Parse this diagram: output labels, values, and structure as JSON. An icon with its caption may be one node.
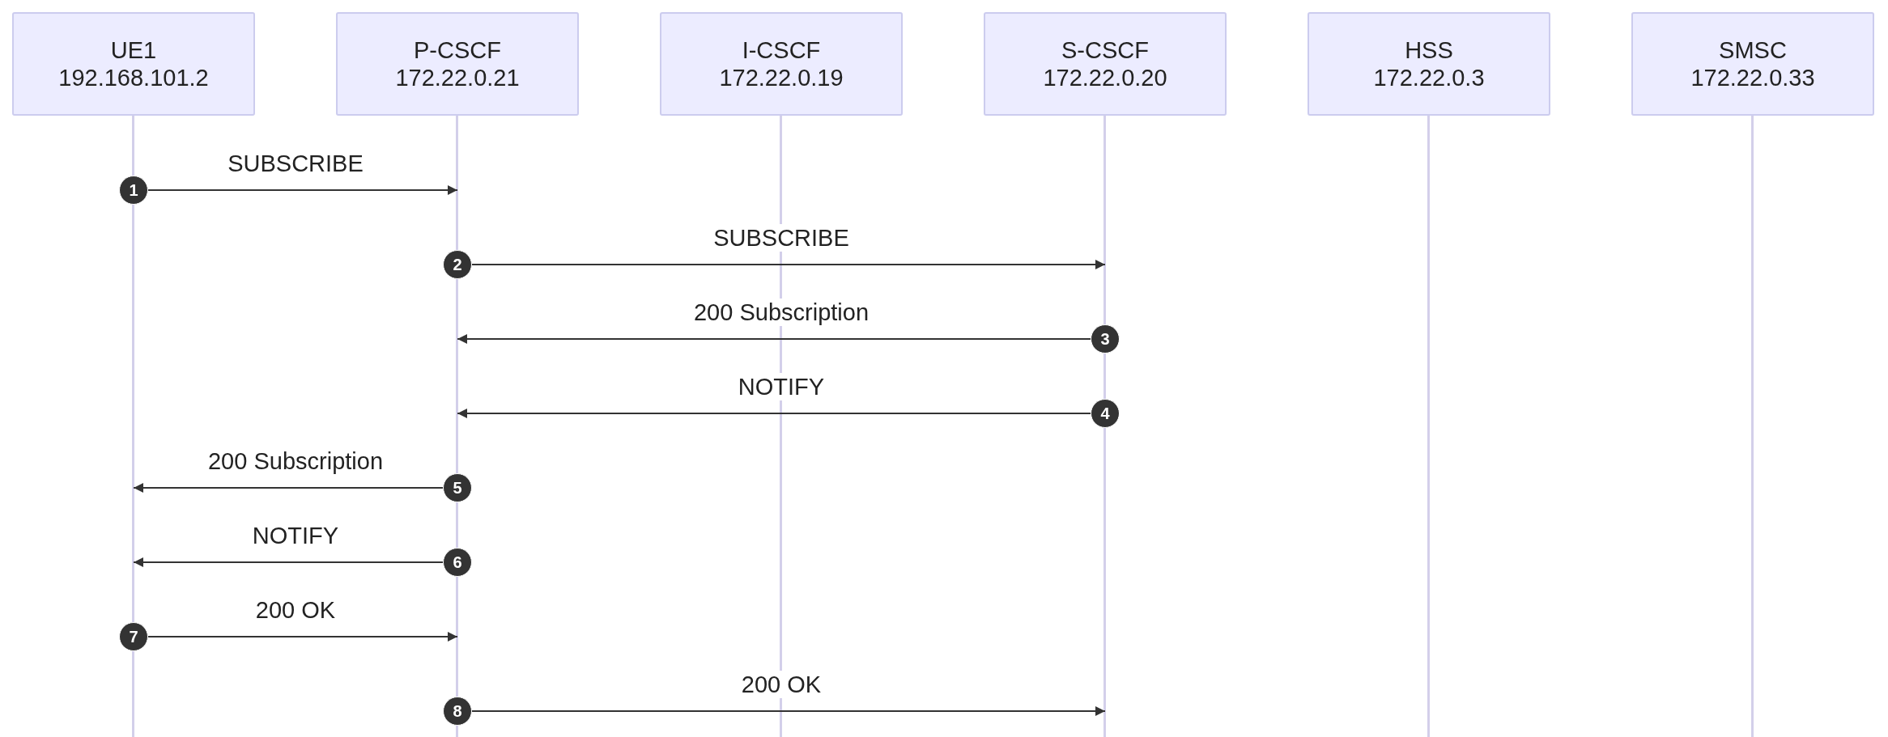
{
  "diagram": {
    "nodes": [
      {
        "text": [
          "UE1",
          "192.168.101.2"
        ]
      },
      {
        "text": [
          "P-CSCF",
          "172.22.0.21"
        ]
      },
      {
        "text": [
          "I-CSCF",
          "172.22.0.19"
        ]
      },
      {
        "text": [
          "S-CSCF",
          "172.22.0.20"
        ]
      },
      {
        "text": [
          "HSS",
          "172.22.0.3"
        ]
      },
      {
        "text": [
          "SMSC",
          "172.22.0.33"
        ]
      }
    ],
    "edges": [
      {
        "from": 0,
        "to": 1,
        "arrow": "to",
        "label": "SUBSCRIBE"
      },
      {
        "from": 1,
        "to": 3,
        "arrow": "to",
        "label": "SUBSCRIBE"
      },
      {
        "from": 3,
        "to": 1,
        "arrow": "to",
        "label": "200 Subscription"
      },
      {
        "from": 3,
        "to": 1,
        "arrow": "to",
        "label": "NOTIFY"
      },
      {
        "from": 1,
        "to": 0,
        "arrow": "to",
        "label": "200 Subscription"
      },
      {
        "from": 1,
        "to": 0,
        "arrow": "to",
        "label": "NOTIFY"
      },
      {
        "from": 0,
        "to": 1,
        "arrow": "to",
        "label": "200 OK"
      },
      {
        "from": 1,
        "to": 3,
        "arrow": "to",
        "label": "200 OK"
      }
    ],
    "labels": [
      "1",
      "2",
      "3",
      "4",
      "5",
      "6",
      "7",
      "8"
    ]
  }
}
